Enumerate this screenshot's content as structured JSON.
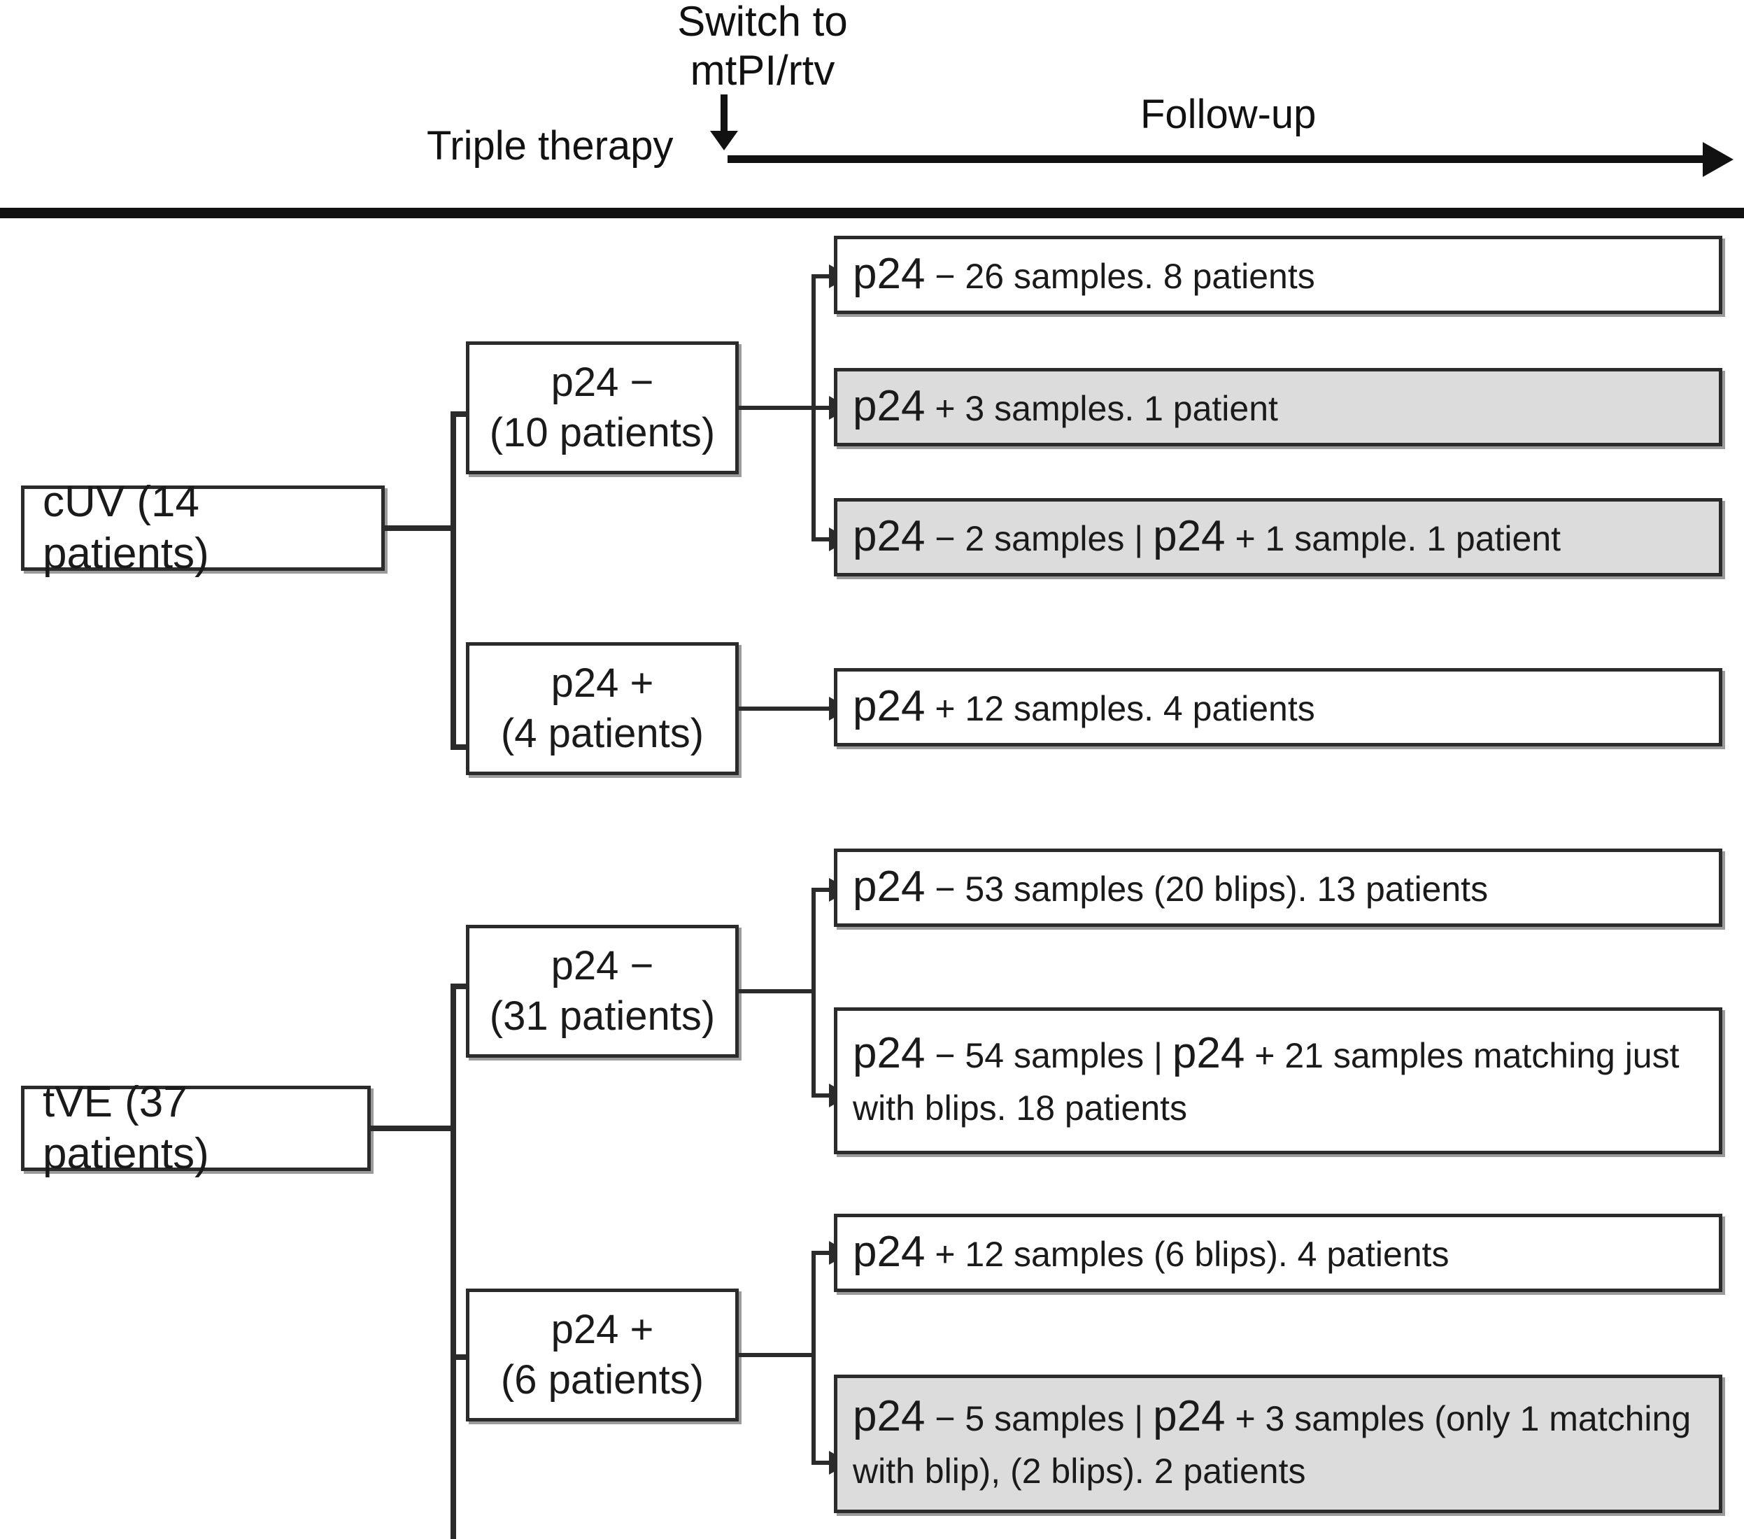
{
  "header": {
    "switch_label_line1": "Switch to",
    "switch_label_line2": "mtPI/rtv",
    "phase_left": "Triple therapy",
    "phase_right": "Follow-up"
  },
  "groups": [
    {
      "id": "cuv",
      "root_label": "cUV (14 patients)",
      "branches": [
        {
          "stage_line1": "p24 −",
          "stage_line2": "(10 patients)",
          "outcomes": [
            {
              "shaded": false,
              "segments": [
                {
                  "text": "p24",
                  "size": "big"
                },
                {
                  "text": " − 26 samples. 8 patients",
                  "size": "sm"
                }
              ]
            },
            {
              "shaded": true,
              "segments": [
                {
                  "text": "p24",
                  "size": "big"
                },
                {
                  "text": " + 3 samples. 1 patient",
                  "size": "sm"
                }
              ]
            },
            {
              "shaded": true,
              "segments": [
                {
                  "text": "p24",
                  "size": "big"
                },
                {
                  "text": " − 2 samples | ",
                  "size": "sm"
                },
                {
                  "text": "p24",
                  "size": "big"
                },
                {
                  "text": " + 1 sample. 1 patient",
                  "size": "sm"
                }
              ]
            }
          ]
        },
        {
          "stage_line1": "p24 +",
          "stage_line2": "(4 patients)",
          "outcomes": [
            {
              "shaded": false,
              "segments": [
                {
                  "text": "p24",
                  "size": "big"
                },
                {
                  "text": " + 12 samples. 4 patients",
                  "size": "sm"
                }
              ]
            }
          ]
        }
      ]
    },
    {
      "id": "tve",
      "root_label": "tVE (37 patients)",
      "branches": [
        {
          "stage_line1": "p24 −",
          "stage_line2": "(31 patients)",
          "outcomes": [
            {
              "shaded": false,
              "segments": [
                {
                  "text": "p24",
                  "size": "big"
                },
                {
                  "text": " − 53 samples (20 blips). 13 patients",
                  "size": "sm"
                }
              ]
            },
            {
              "shaded": false,
              "segments": [
                {
                  "text": "p24",
                  "size": "big"
                },
                {
                  "text": " − 54 samples | ",
                  "size": "sm"
                },
                {
                  "text": "p24",
                  "size": "big"
                },
                {
                  "text": " + 21 samples matching just with blips. 18 patients",
                  "size": "sm"
                }
              ]
            }
          ]
        },
        {
          "stage_line1": "p24 +",
          "stage_line2": "(6 patients)",
          "outcomes": [
            {
              "shaded": false,
              "segments": [
                {
                  "text": "p24",
                  "size": "big"
                },
                {
                  "text": " + 12 samples (6 blips). 4 patients",
                  "size": "sm"
                }
              ]
            },
            {
              "shaded": true,
              "segments": [
                {
                  "text": "p24",
                  "size": "big"
                },
                {
                  "text": " − 5 samples | ",
                  "size": "sm"
                },
                {
                  "text": "p24",
                  "size": "big"
                },
                {
                  "text": " + 3 samples  (only 1 matching with blip), (2 blips). 2 patients",
                  "size": "sm"
                }
              ]
            }
          ]
        }
      ]
    }
  ],
  "colors": {
    "ink": "#1a1a1a",
    "line": "#2b2b2b",
    "shade": "#dcdcdc",
    "shadow": "#9b9b9b",
    "background": "#ffffff"
  }
}
